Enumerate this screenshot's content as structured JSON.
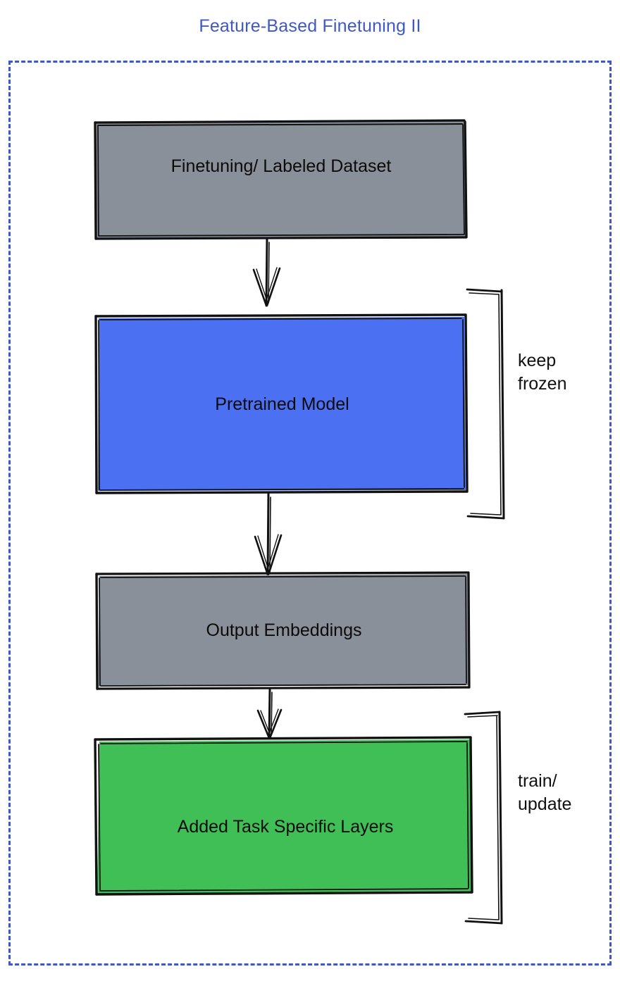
{
  "diagram": {
    "title": "Feature-Based Finetuning II",
    "type": "flowchart",
    "style": "hand-drawn sketch",
    "frame": {
      "style": "dashed",
      "color": "#4057c8"
    },
    "title_color": "#4057c8",
    "nodes": [
      {
        "id": "dataset",
        "label": "Finetuning/ Labeled Dataset",
        "fill": "#8a9099",
        "shape": "rectangle"
      },
      {
        "id": "pretrained",
        "label": "Pretrained Model",
        "fill": "#4c70f2",
        "shape": "rectangle"
      },
      {
        "id": "embeddings",
        "label": "Output Embeddings",
        "fill": "#8a9099",
        "shape": "rectangle"
      },
      {
        "id": "task-layers",
        "label": "Added Task Specific Layers",
        "fill": "#3fbf56",
        "shape": "rectangle"
      }
    ],
    "edges": [
      {
        "from": "dataset",
        "to": "pretrained",
        "arrow": "down"
      },
      {
        "from": "pretrained",
        "to": "embeddings",
        "arrow": "down"
      },
      {
        "from": "embeddings",
        "to": "task-layers",
        "arrow": "down"
      }
    ],
    "annotations": [
      {
        "id": "keep-frozen",
        "text": "keep\nfrozen",
        "target": "pretrained",
        "marker": "bracket"
      },
      {
        "id": "train-update",
        "text": "train/\nupdate",
        "target": "task-layers",
        "marker": "bracket"
      }
    ]
  }
}
